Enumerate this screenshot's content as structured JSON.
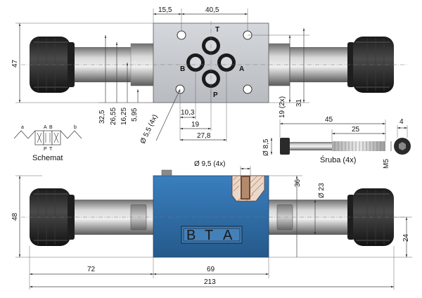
{
  "top_view": {
    "dims": {
      "d15_5": "15,5",
      "d40_5": "40,5",
      "d47": "47",
      "d32_5": "32,5",
      "d26_55": "26,55",
      "d16_25": "16,25",
      "d5_95": "5,95",
      "d10_3": "10,3",
      "d19": "19",
      "d27_8": "27,8",
      "hole_dia": "Ø 5,5 (4x)",
      "d19_2x": "19 (2x)",
      "d31": "31"
    },
    "ports": {
      "t": "T",
      "a": "A",
      "b": "B",
      "p": "P"
    }
  },
  "schema": {
    "label": "Schemat",
    "ports_top": [
      "a",
      "A",
      "B",
      "b"
    ],
    "ports_bottom": [
      "P",
      "T"
    ]
  },
  "screw": {
    "label": "Śruba (4x)",
    "dims": {
      "d45": "45",
      "d25": "25",
      "d8_5": "Ø 8,5",
      "m5": "M5",
      "d4": "4"
    }
  },
  "bottom_view": {
    "brand": [
      "B",
      "T",
      "A"
    ],
    "dims": {
      "d9_5": "Ø  9,5  (4x)",
      "d36": "36",
      "d23": "Ø 23",
      "d48": "48",
      "d24": "24",
      "d72": "72",
      "d69": "69",
      "d213": "213"
    }
  },
  "colors": {
    "body_blue": "#2f6faa",
    "body_gray": "#c9cdd2",
    "knob": "#262626"
  }
}
